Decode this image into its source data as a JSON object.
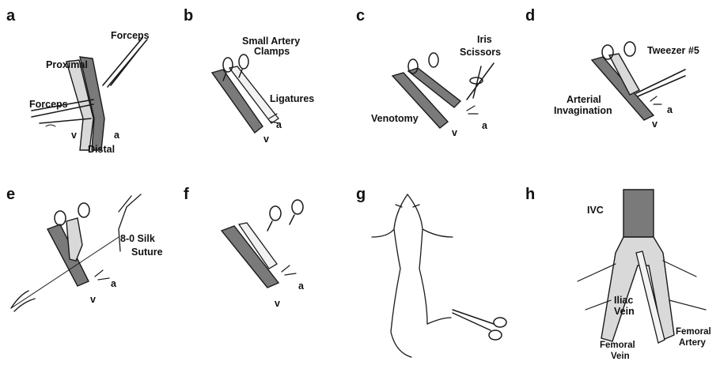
{
  "panels": [
    {
      "letter": "a",
      "labels": {
        "forceps_top": "Forceps",
        "proximal": "Proximal",
        "forceps_left": "Forceps",
        "v": "v",
        "a": "a",
        "distal": "Distal"
      }
    },
    {
      "letter": "b",
      "labels": {
        "clamps_1": "Small Artery",
        "clamps_2": "Clamps",
        "ligatures": "Ligatures",
        "a": "a",
        "v": "v"
      }
    },
    {
      "letter": "c",
      "labels": {
        "iris": "Iris",
        "scissors": "Scissors",
        "venotomy": "Venotomy",
        "v": "v",
        "a": "a"
      }
    },
    {
      "letter": "d",
      "labels": {
        "tweezer": "Tweezer #5",
        "arterial": "Arterial",
        "invagination": "Invagination",
        "a": "a",
        "v": "v"
      }
    },
    {
      "letter": "e",
      "labels": {
        "suture_1": "8-0 Silk",
        "suture_2": "Suture",
        "a": "a",
        "v": "v"
      }
    },
    {
      "letter": "f",
      "labels": {
        "a": "a",
        "v": "v"
      }
    },
    {
      "letter": "g",
      "labels": {}
    },
    {
      "letter": "h",
      "labels": {
        "ivc": "IVC",
        "iliac": "Iliac",
        "vein": "Vein",
        "femoral_artery_1": "Femoral",
        "femoral_artery_2": "Artery",
        "femoral_vein_1": "Femoral",
        "femoral_vein_2": "Vein"
      }
    }
  ]
}
